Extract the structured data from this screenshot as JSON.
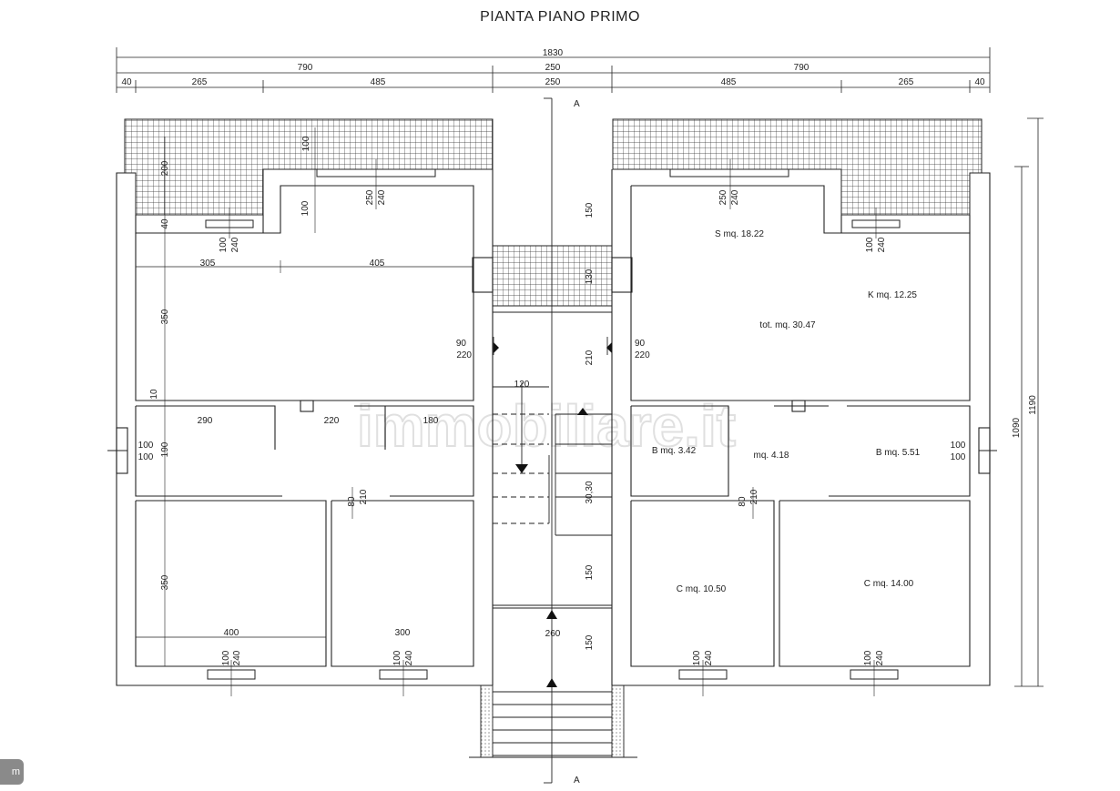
{
  "title": "PIANTA PIANO PRIMO",
  "watermark": "immobiliare.it",
  "badge_text": "m",
  "section_marker": "A",
  "top_dims": {
    "total": "1830",
    "mid_left": "790",
    "mid_center": "250",
    "mid_right": "790",
    "parts": [
      "40",
      "265",
      "485",
      "250",
      "485",
      "265",
      "40"
    ]
  },
  "side_dims": {
    "outer": "1190",
    "inner": "1090"
  },
  "rooms": {
    "s": "S mq. 18.22",
    "k": "K mq. 12.25",
    "tot": "tot. mq. 30.47",
    "b1": "B mq. 3.42",
    "hall": "mq. 4.18",
    "b2": "B mq. 5.51",
    "c1": "C mq. 10.50",
    "c2": "C mq. 14.00"
  },
  "labels": {
    "l200": "200",
    "l100a": "100",
    "l40": "40",
    "l100b": "100",
    "l240a": "240",
    "l250a": "250",
    "l240b": "240",
    "l100c": "100",
    "l305": "305",
    "l405": "405",
    "l350a": "350",
    "l10": "10",
    "l90a": "90",
    "l220a": "220",
    "l290": "290",
    "l220b": "220",
    "l180": "180",
    "l100d": "100",
    "l100e": "100",
    "l190": "190",
    "l80a": "80",
    "l210a": "210",
    "l350b": "350",
    "l400": "400",
    "l300": "300",
    "l100f": "100",
    "l240c": "240",
    "l100g": "100",
    "l240d": "240",
    "l150a": "150",
    "l130": "130",
    "l210b": "210",
    "l120": "120",
    "l3030": "30,30",
    "l150b": "150",
    "l260": "260",
    "l150c": "150",
    "l90b": "90",
    "l220c": "220",
    "l250b": "250",
    "l240e": "240",
    "l100h": "100",
    "l240f": "240",
    "l80b": "80",
    "l210c": "210",
    "l100i": "100",
    "l100j": "100",
    "l100k": "100",
    "l240g": "240",
    "l100l": "100",
    "l240h": "240"
  }
}
